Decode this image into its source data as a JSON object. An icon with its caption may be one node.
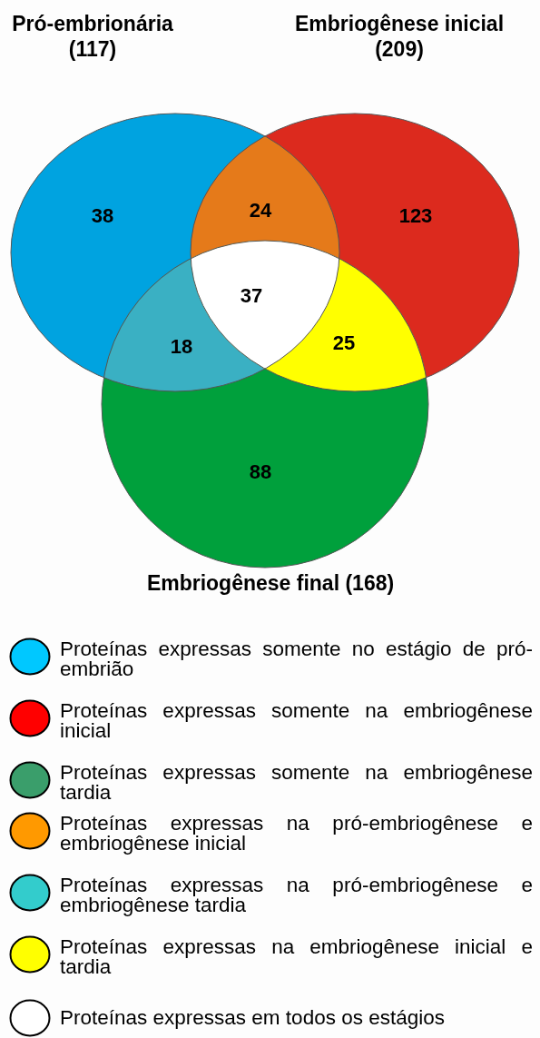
{
  "diagram": {
    "nodes": [
      {
        "text": [
          "Pró-embrionária (117)",
          "38"
        ]
      },
      {
        "text": [
          "Embriogênese inicial (209)",
          "123"
        ]
      },
      {
        "text": [
          "88",
          "Embriogênese final (168)"
        ]
      },
      {
        "text": [
          "24"
        ]
      },
      {
        "text": [
          "18"
        ]
      },
      {
        "text": [
          "25"
        ]
      },
      {
        "text": [
          "37"
        ]
      }
    ],
    "legend": [
      {
        "text": "Proteínas expressas somente no estágio de pró-embrião",
        "color": "#00c8ff"
      },
      {
        "text": "Proteínas expressas somente na embriogênese inicial",
        "color": "#ff0000"
      },
      {
        "text": "Proteínas expressas somente na embriogênese tardia",
        "color": "#3a9e6b"
      },
      {
        "text": "Proteínas expressas na pró-embriogênese e embriogênese inicial",
        "color": "#ff9900"
      },
      {
        "text": "Proteínas expressas na pró-embriogênese e embriogênese tardia",
        "color": "#33cccc"
      },
      {
        "text": "Proteínas expressas na embriogênese inicial e tardia",
        "color": "#ffff00"
      },
      {
        "text": "Proteínas expressas em todos os estágios",
        "color": "#ffffff"
      }
    ]
  }
}
